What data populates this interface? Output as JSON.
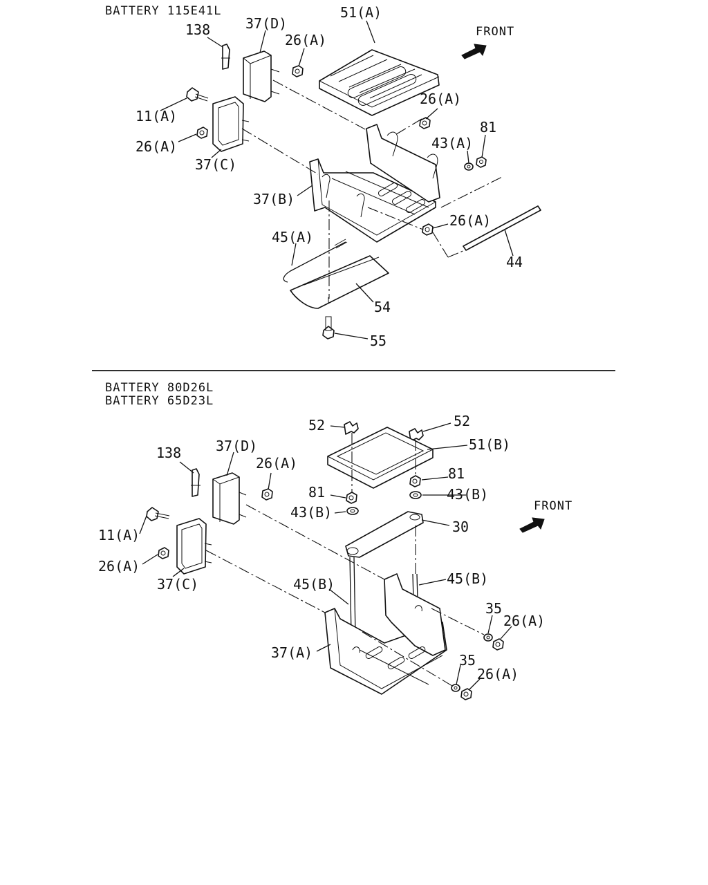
{
  "sections": [
    {
      "titles": [
        "BATTERY 115E41L"
      ],
      "front_label": "FRONT",
      "labels": [
        "138",
        "37(D)",
        "26(A)",
        "51(A)",
        "26(A)",
        "11(A)",
        "26(A)",
        "37(C)",
        "43(A)",
        "81",
        "37(B)",
        "26(A)",
        "45(A)",
        "44",
        "54",
        "55"
      ]
    },
    {
      "titles": [
        "BATTERY 80D26L",
        "BATTERY 65D23L"
      ],
      "front_label": "FRONT",
      "labels": [
        "52",
        "52",
        "51(B)",
        "138",
        "37(D)",
        "26(A)",
        "81",
        "81",
        "43(B)",
        "43(B)",
        "30",
        "11(A)",
        "26(A)",
        "37(C)",
        "45(B)",
        "45(B)",
        "35",
        "26(A)",
        "37(A)",
        "35",
        "26(A)"
      ]
    }
  ]
}
